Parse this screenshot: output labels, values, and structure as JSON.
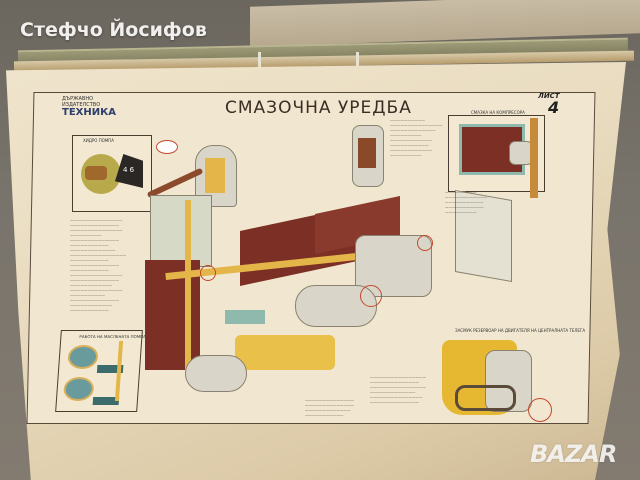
{
  "watermark": {
    "author": "Стефчо Йосифов"
  },
  "poster": {
    "title": "СМАЗОЧНА УРЕДБА",
    "sheet_label": "ЛИСТ",
    "sheet_number": "4",
    "publisher_logo": {
      "line1": "ДЪРЖАВНО ИЗДАТЕЛСТВО",
      "line2": "ТЕХНИКА"
    },
    "insets": [
      {
        "name": "ignition-distributor-inset",
        "label": "ХИДРО ПОМПА",
        "gauge_reading": "4 6"
      },
      {
        "name": "compressor-lubrication-inset",
        "label": "СМАЗКА НА КОМПРЕСОРА"
      },
      {
        "name": "oil-pump-inset",
        "label": "РАБОТА НА МАСЛЕНАТА ПОМПА"
      },
      {
        "name": "oil-filter-inset",
        "label": "ЗАСМУК РЕЗЕРВОАР НА ДВИГАТЕЛЯ НА ЦЕНТРАЛНАТА ТЕЛЕГА"
      }
    ],
    "colors": {
      "engine_block": "#7c2f24",
      "oil_path": "#e4b64a",
      "coolant": "#8fb9ad",
      "paper": "#efe4cc",
      "highlight_circle": "#c2482c"
    }
  },
  "branding": {
    "site_logo": "BAZAR"
  }
}
